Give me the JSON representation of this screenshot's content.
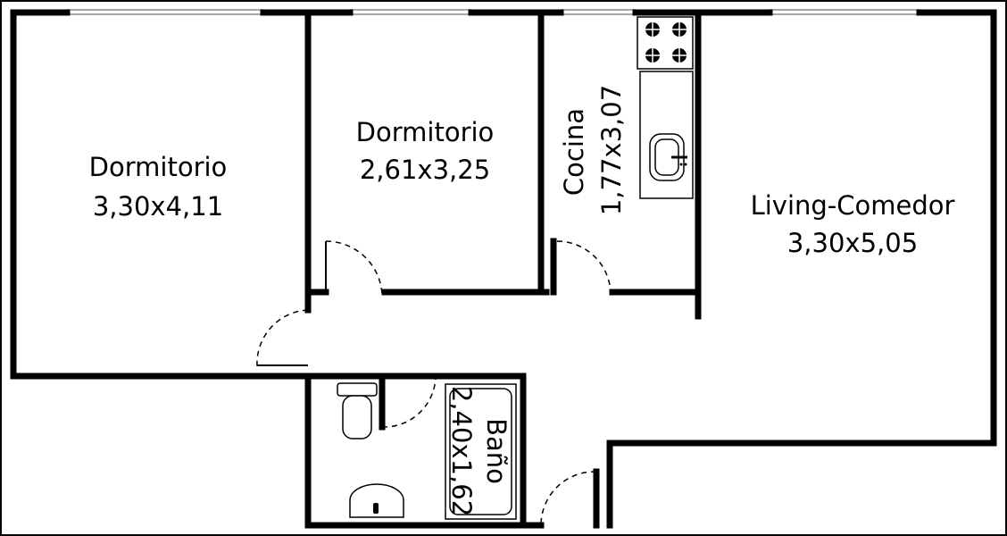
{
  "colors": {
    "wall": "#000000",
    "window": "#cccccc",
    "background": "#ffffff"
  },
  "rooms": [
    {
      "id": "dorm1",
      "name": "Dormitorio",
      "size": "3,30x4,11"
    },
    {
      "id": "dorm2",
      "name": "Dormitorio",
      "size": "2,61x3,25"
    },
    {
      "id": "cocina",
      "name": "Cocina",
      "size": "1,77x3,07"
    },
    {
      "id": "living",
      "name": "Living-Comedor",
      "size": "3,30x5,05"
    },
    {
      "id": "bano",
      "name": "Baño",
      "size": "2,40x1,62"
    }
  ],
  "fixtures": [
    "stove-icon",
    "sink-icon",
    "toilet-icon",
    "bathtub-icon",
    "washbasin-icon"
  ]
}
